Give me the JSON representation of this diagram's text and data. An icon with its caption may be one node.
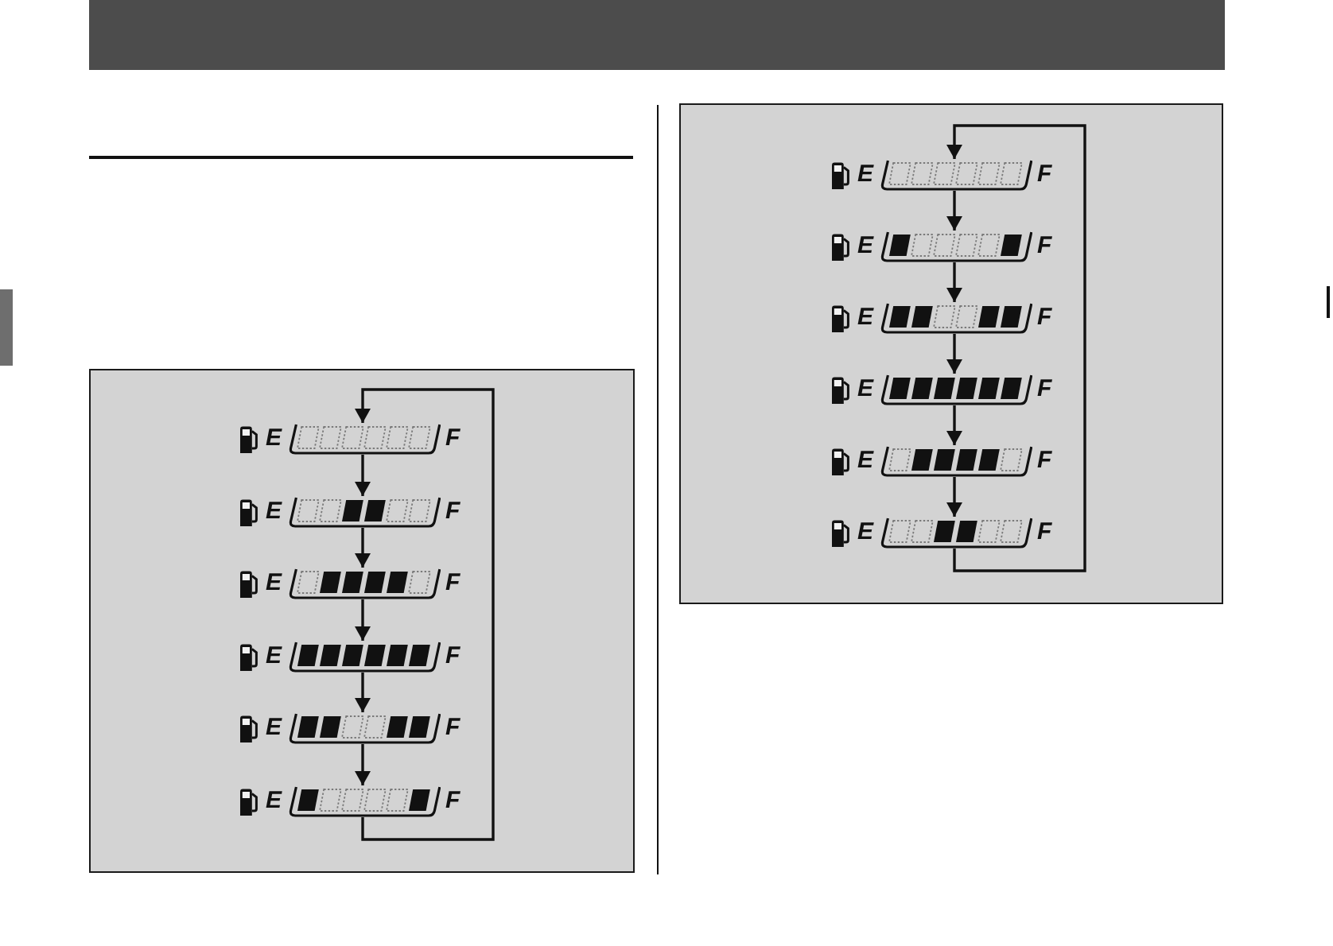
{
  "diagram": {
    "nodes": [
      {
        "text": [],
        "shape": "box"
      },
      {
        "text": [
          "E",
          "F"
        ],
        "in": 0
      },
      {
        "text": [
          "E",
          "F"
        ],
        "in": 0
      },
      {
        "text": [
          "E",
          "F"
        ],
        "in": 0
      },
      {
        "text": [
          "E",
          "F"
        ],
        "in": 0
      },
      {
        "text": [
          "E",
          "F"
        ],
        "in": 0
      },
      {
        "text": [
          "E",
          "F"
        ],
        "in": 0
      },
      {
        "text": [],
        "shape": "box"
      },
      {
        "text": [
          "E",
          "F"
        ],
        "in": 7
      },
      {
        "text": [
          "E",
          "F"
        ],
        "in": 7
      },
      {
        "text": [
          "E",
          "F"
        ],
        "in": 7
      },
      {
        "text": [
          "E",
          "F"
        ],
        "in": 7
      },
      {
        "text": [
          "E",
          "F"
        ],
        "in": 7
      },
      {
        "text": [
          "E",
          "F"
        ],
        "in": 7
      }
    ],
    "edges": [
      {
        "from": 1,
        "to": 2,
        "arrow": "to"
      },
      {
        "from": 2,
        "to": 3,
        "arrow": "to"
      },
      {
        "from": 3,
        "to": 4,
        "arrow": "to"
      },
      {
        "from": 4,
        "to": 5,
        "arrow": "to"
      },
      {
        "from": 5,
        "to": 6,
        "arrow": "to"
      },
      {
        "from": 6,
        "to": 1,
        "arrow": "to"
      },
      {
        "from": 8,
        "to": 9,
        "arrow": "to"
      },
      {
        "from": 9,
        "to": 10,
        "arrow": "to"
      },
      {
        "from": 10,
        "to": 11,
        "arrow": "to"
      },
      {
        "from": 11,
        "to": 12,
        "arrow": "to"
      },
      {
        "from": 12,
        "to": 13,
        "arrow": "to"
      },
      {
        "from": 13,
        "to": 8,
        "arrow": "to"
      }
    ]
  }
}
